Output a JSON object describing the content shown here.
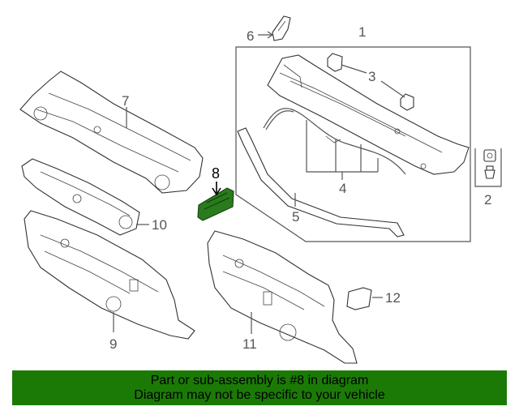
{
  "diagram": {
    "callouts": [
      "1",
      "2",
      "3",
      "4",
      "5",
      "6",
      "7",
      "8",
      "9",
      "10",
      "11",
      "12"
    ],
    "highlight_color": "#2a7a1e"
  },
  "banner": {
    "line1": "Part or sub-assembly is #8 in diagram",
    "line2": "Diagram may not be specific to your vehicle",
    "color": "#1b7a06"
  }
}
